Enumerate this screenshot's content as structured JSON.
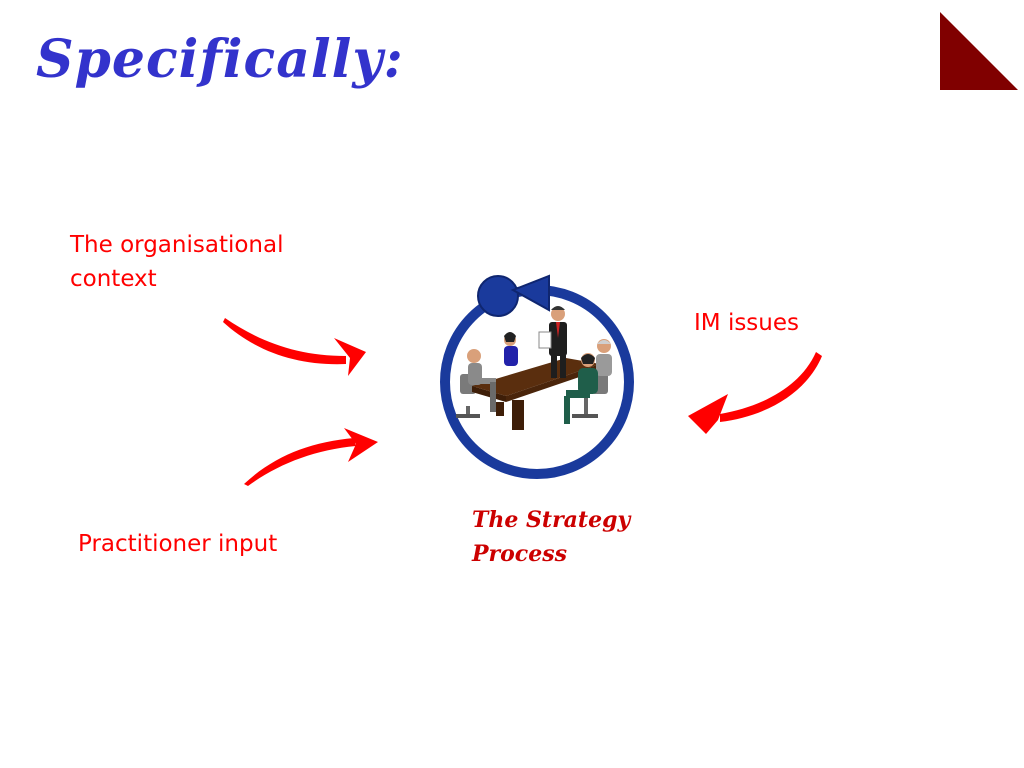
{
  "slide": {
    "title": "Specifically:",
    "corner_color": "#800000"
  },
  "inputs": {
    "organisational_context": {
      "line1": "The organisational",
      "line2": "context"
    },
    "practitioner_input": "Practitioner input",
    "im_issues": "IM issues"
  },
  "process": {
    "line1": "The Strategy",
    "line2": "Process",
    "ring_color": "#1a3a9c"
  },
  "colors": {
    "title": "#3333cc",
    "labels": "#ff0000",
    "arrows": "#ff0000",
    "process_label": "#cc0000"
  },
  "icons": {
    "cycle": "circular-arrow-icon",
    "meeting": "meeting-people-icon",
    "corner": "corner-triangle-icon"
  }
}
